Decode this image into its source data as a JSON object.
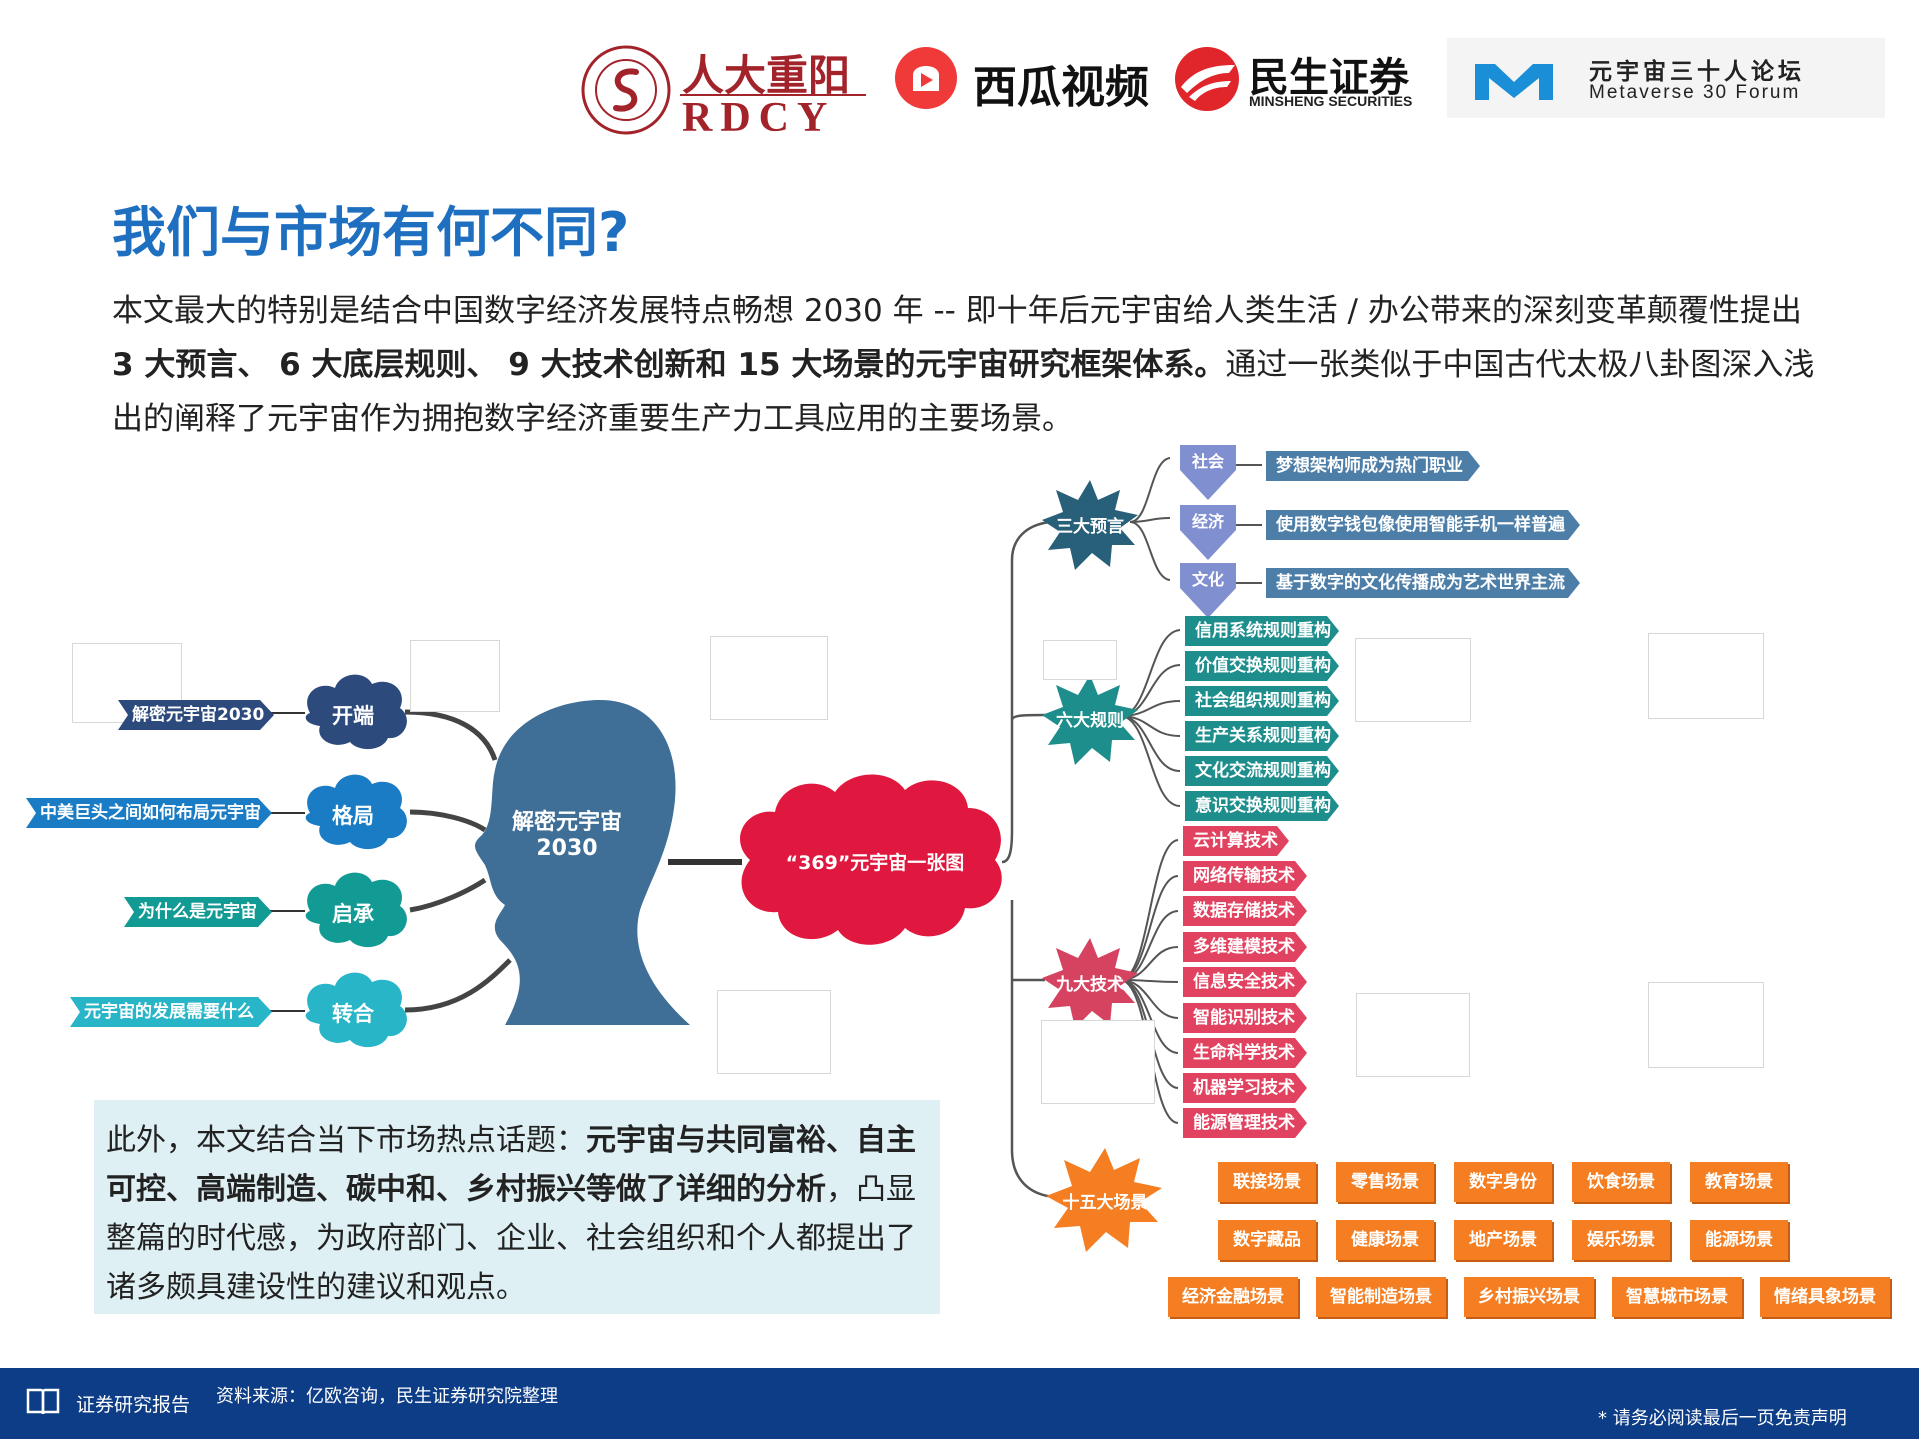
{
  "logos": {
    "rdcy": {
      "cn": "人大重阳",
      "en": "RDCY"
    },
    "xigua": {
      "text": "西瓜视频"
    },
    "minsheng": {
      "cn": "民生证券",
      "en": "MINSHENG SECURITIES"
    },
    "metaverse": {
      "cn": "元宇宙三十人论坛",
      "en": "Metaverse 30 Forum"
    }
  },
  "title": "我们与市场有何不同?",
  "intro": {
    "p1": "本文最大的特别是结合中国数字经济发展特点畅想 2030 年 -- 即十年后元宇宙给人类生活 / 办公带来的深刻变革颠覆性提出 ",
    "p1_bold": "3 大预言、 6 大底层规则、 9 大技术创新和 15 大场景的元宇宙研究框架体系。",
    "p2": "通过一张类似于中国古代太极八卦图深入浅出的阐释了元宇宙作为拥抱数字经济重要生产力工具应用的主要场景。"
  },
  "mindmap": {
    "head_label": "解密元宇宙2030",
    "center_label": "“369”元宇宙一张图",
    "left_branches": [
      {
        "cloud": "开端",
        "pill": "解密元宇宙2030",
        "color": "#2c4a7c"
      },
      {
        "cloud": "格局",
        "pill": "中美巨头之间如何布局元宇宙",
        "color": "#1a7cc4"
      },
      {
        "cloud": "启承",
        "pill": "为什么是元宇宙",
        "color": "#129a94"
      },
      {
        "cloud": "转合",
        "pill": "元宇宙的发展需要什么",
        "color": "#27b5c7"
      }
    ],
    "prophecy": {
      "label": "三大预言",
      "items": [
        {
          "key": "社会",
          "text": "梦想架构师成为热门职业"
        },
        {
          "key": "经济",
          "text": "使用数字钱包像使用智能手机一样普遍"
        },
        {
          "key": "文化",
          "text": "基于数字的文化传播成为艺术世界主流"
        }
      ]
    },
    "rules": {
      "label": "六大规则",
      "items": [
        "信用系统规则重构",
        "价值交换规则重构",
        "社会组织规则重构",
        "生产关系规则重构",
        "文化交流规则重构",
        "意识交换规则重构"
      ]
    },
    "tech": {
      "label": "九大技术",
      "items": [
        "云计算技术",
        "网络传输技术",
        "数据存储技术",
        "多维建模技术",
        "信息安全技术",
        "智能识别技术",
        "生命科学技术",
        "机器学习技术",
        "能源管理技术"
      ]
    },
    "scenes": {
      "label": "十五大场景",
      "row1": [
        "联接场景",
        "零售场景",
        "数字身份",
        "饮食场景",
        "教育场景"
      ],
      "row2": [
        "数字藏品",
        "健康场景",
        "地产场景",
        "娱乐场景",
        "能源场景"
      ],
      "row3": [
        "经济金融场景",
        "智能制造场景",
        "乡村振兴场景",
        "智慧城市场景",
        "情绪具象场景"
      ]
    }
  },
  "note": {
    "t1": "此外，本文结合当下市场热点话题：",
    "t_bold": "元宇宙与共同富裕、自主可控、高端制造、碳中和、乡村振兴等做了详细的分析",
    "t2": "，凸显整篇的时代感，为政府部门、企业、社会组织和个人都提出了诸多颇具建设性的建议和观点。"
  },
  "footer": {
    "label": "证券研究报告",
    "source": "资料来源：亿欧咨询，民生证券研究院整理",
    "disclaimer": "* 请务必阅读最后一页免责声明"
  },
  "colors": {
    "title": "#1f6fc0",
    "head": "#3f6f96",
    "center": "#e0183f",
    "prophecy": "#285f79",
    "rules": "#1d8e8c",
    "tech": "#d64361",
    "scenes": "#f47e21",
    "footer": "#0c3d86"
  }
}
